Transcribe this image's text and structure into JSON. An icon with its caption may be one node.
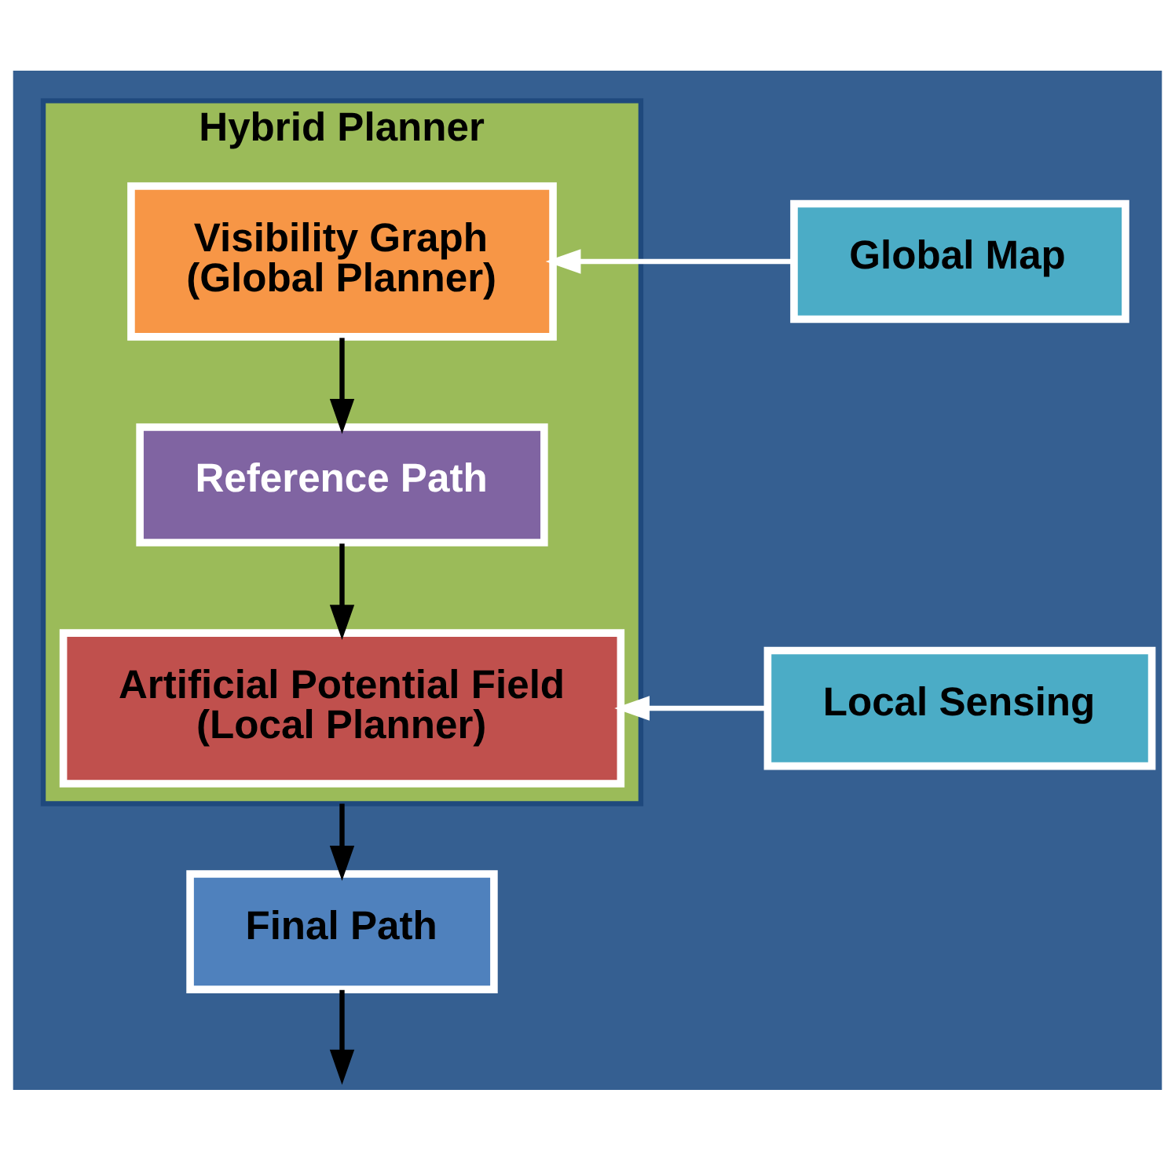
{
  "diagram": {
    "nodes": [
      {
        "text": [
          "Hybrid Planner"
        ]
      },
      {
        "text": [
          "Visibility Graph",
          "(Global Planner)"
        ],
        "in": 0
      },
      {
        "text": [
          "Reference Path"
        ],
        "in": 0
      },
      {
        "text": [
          "Artificial Potential Field",
          "(Local Planner)"
        ],
        "in": 0
      },
      {
        "text": [
          "Global Map"
        ]
      },
      {
        "text": [
          "Local Sensing"
        ]
      },
      {
        "text": [
          "Final Path"
        ]
      }
    ],
    "edges": [
      {
        "from": 4,
        "to": 1,
        "arrow": "to",
        "color": "#ffffff"
      },
      {
        "from": 1,
        "to": 2,
        "arrow": "to"
      },
      {
        "from": 2,
        "to": 3,
        "arrow": "to"
      },
      {
        "from": 5,
        "to": 3,
        "arrow": "to",
        "color": "#ffffff"
      },
      {
        "from": 0,
        "to": 6,
        "arrow": "to"
      },
      {
        "from": 6,
        "to": null,
        "arrow": "to"
      }
    ]
  }
}
